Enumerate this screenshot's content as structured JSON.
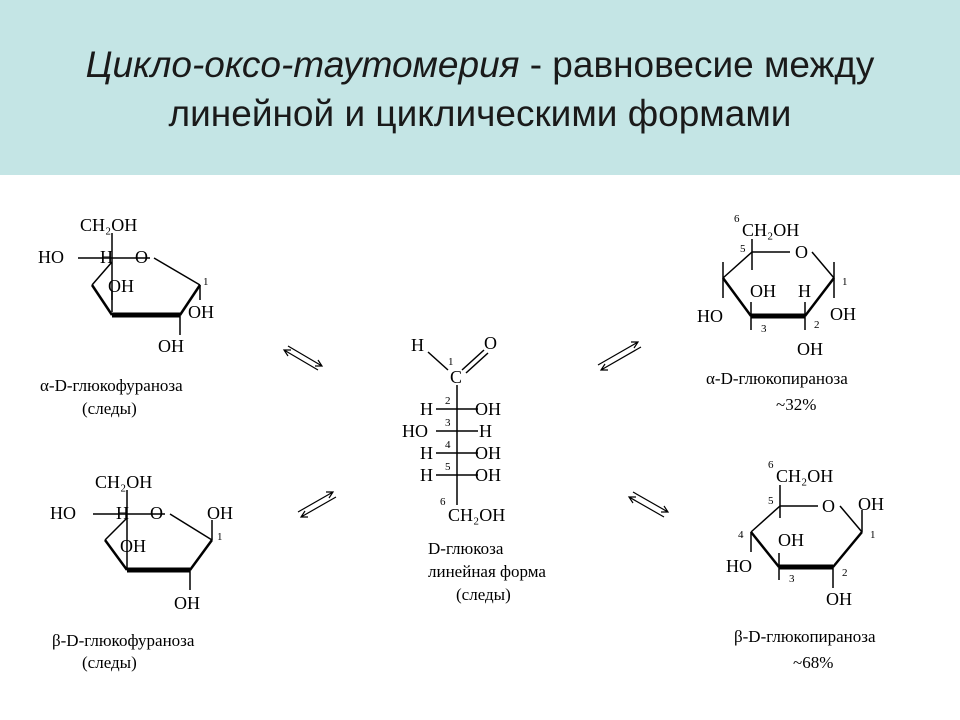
{
  "title": {
    "emphasis": "Цикло-оксо-таутомерия",
    "rest": " - равновесие между",
    "line2": "линейной и циклическими формами"
  },
  "groups": {
    "ch2oh": "CH₂OH",
    "ch2oh_plain": "CH₂OH",
    "ho": "HO",
    "oh": "OH",
    "h": "H",
    "o": "O",
    "c": "C",
    "ho_h": "HO—H",
    "h_o": "H  O"
  },
  "numbers": [
    "1",
    "2",
    "3",
    "4",
    "5",
    "6"
  ],
  "alpha_furanose": {
    "name": "α-D-глюкофураноза",
    "note": "(следы)"
  },
  "beta_furanose": {
    "name": "β-D-глюкофураноза",
    "note": "(следы)"
  },
  "linear": {
    "name": "D-глюкоза",
    "form": "линейная форма",
    "note": "(следы)"
  },
  "alpha_pyranose": {
    "name": "α-D-глюкопираноза",
    "percent": "~32%"
  },
  "beta_pyranose": {
    "name": "β-D-глюкопираноза",
    "percent": "~68%"
  },
  "icons": [
    "equilibrium-arrows-icon"
  ]
}
